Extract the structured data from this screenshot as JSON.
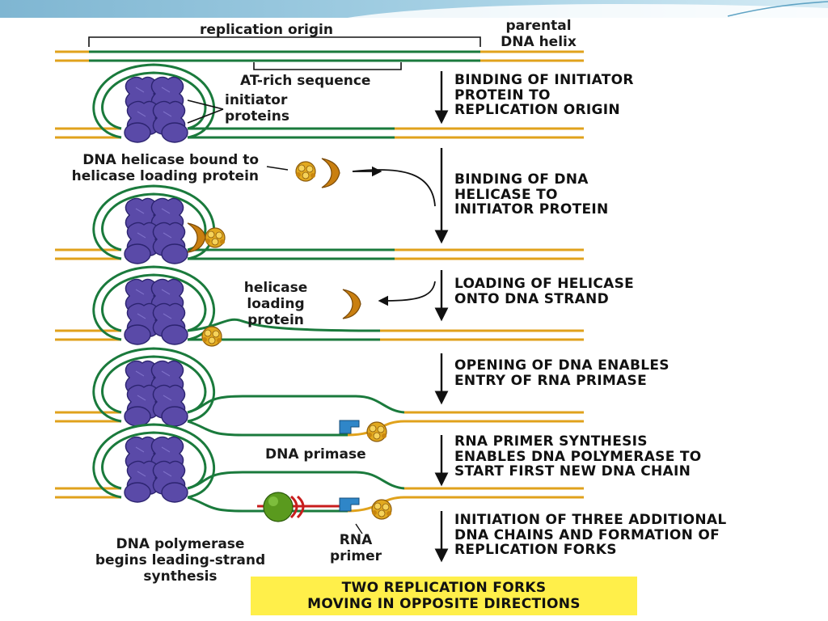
{
  "labels": {
    "replication_origin": "replication origin",
    "parental_line1": "parental",
    "parental_line2": "DNA helix",
    "at_rich": "AT-rich sequence",
    "initiator_line1": "initiator",
    "initiator_line2": "proteins",
    "helicase_bound_line1": "DNA helicase bound to",
    "helicase_bound_line2": "helicase loading protein",
    "loading_protein_line1": "helicase",
    "loading_protein_line2": "loading",
    "loading_protein_line3": "protein",
    "dna_primase": "DNA primase",
    "polymerase_line1": "DNA polymerase",
    "polymerase_line2": "begins leading-strand",
    "polymerase_line3": "synthesis",
    "rna_primer_line1": "RNA",
    "rna_primer_line2": "primer"
  },
  "steps": [
    {
      "line1": "BINDING OF INITIATOR",
      "line2": "PROTEIN TO",
      "line3": "REPLICATION ORIGIN"
    },
    {
      "line1": "BINDING OF DNA",
      "line2": "HELICASE TO",
      "line3": "INITIATOR PROTEIN"
    },
    {
      "line1": "LOADING OF HELICASE",
      "line2": "ONTO DNA STRAND"
    },
    {
      "line1": "OPENING OF DNA ENABLES",
      "line2": "ENTRY OF RNA PRIMASE"
    },
    {
      "line1": "RNA PRIMER SYNTHESIS",
      "line2": "ENABLES DNA POLYMERASE TO",
      "line3": "START FIRST NEW DNA CHAIN"
    },
    {
      "line1": "INITIATION OF THREE ADDITIONAL",
      "line2": "DNA CHAINS AND FORMATION OF",
      "line3": "REPLICATION FORKS"
    }
  ],
  "footer": {
    "line1": "TWO REPLICATION FORKS",
    "line2": "MOVING IN OPPOSITE DIRECTIONS"
  },
  "colors": {
    "dna_orange": "#e0a21c",
    "dna_green": "#1a7a3c",
    "initiator_purple": "#5a4aa8",
    "helicase_gold": "#d9a21a",
    "primase_blue": "#2f86c8",
    "polymerase_green": "#5a9a1e",
    "footer_yellow": "#ffef4a",
    "banner_blue": "#8fc4dc"
  },
  "icons": [
    "initiator-protein-icon",
    "helicase-icon",
    "helicase-loading-protein-icon",
    "dna-primase-icon",
    "dna-polymerase-icon",
    "rna-primer-icon",
    "process-arrow-icon"
  ]
}
